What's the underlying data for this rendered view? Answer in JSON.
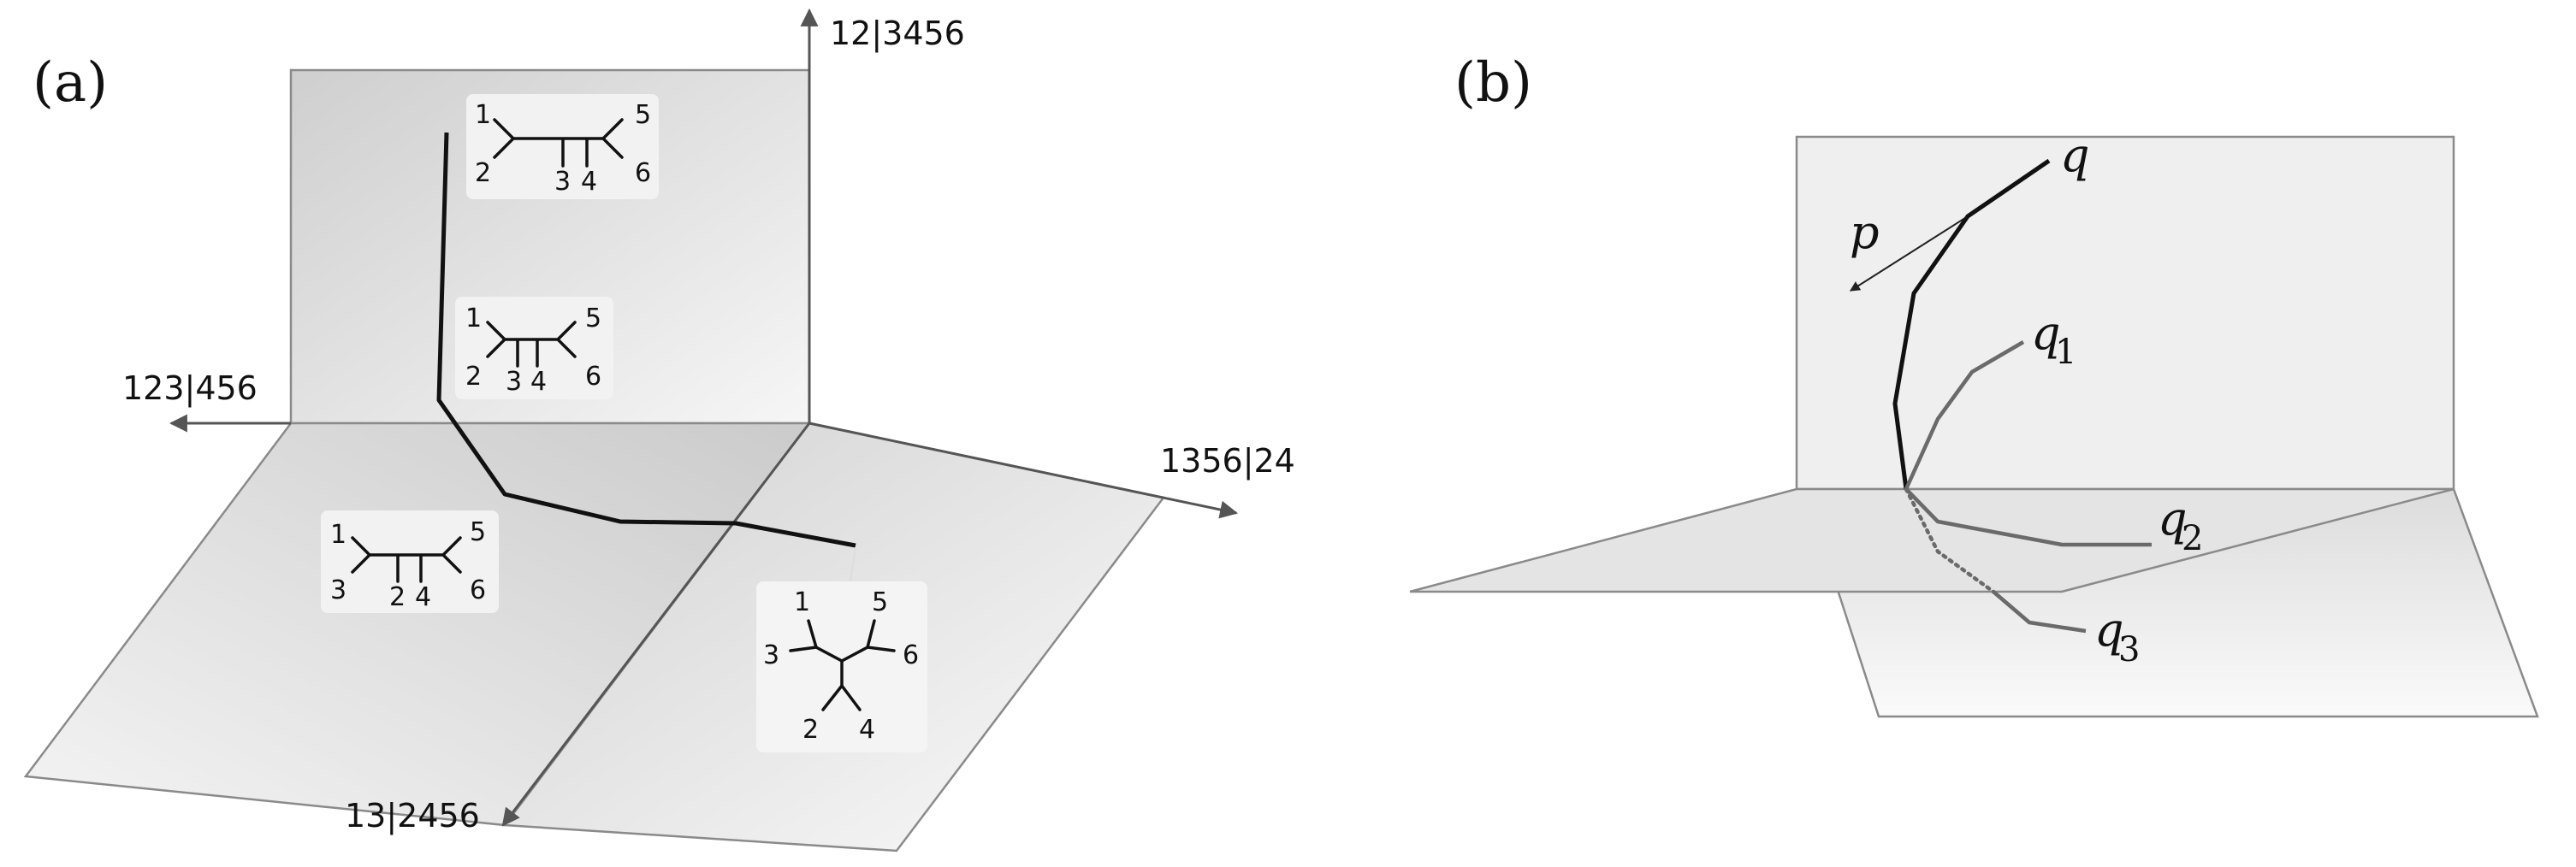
{
  "panel_a": {
    "label": "(a)",
    "axes": {
      "up": "12|3456",
      "left": "123|456",
      "right": "1356|24",
      "down": "13|2456"
    },
    "trees": {
      "top": [
        "1",
        "2",
        "3",
        "4",
        "5",
        "6"
      ],
      "middle": [
        "1",
        "2",
        "3",
        "4",
        "5",
        "6"
      ],
      "left": [
        "1",
        "3",
        "2",
        "4",
        "5",
        "6"
      ],
      "right": [
        "1",
        "3",
        "2",
        "4",
        "5",
        "6"
      ]
    }
  },
  "panel_b": {
    "label": "(b)",
    "p_label": "p",
    "q_label": "q",
    "q1": {
      "base": "q",
      "sub": "1"
    },
    "q2": {
      "base": "q",
      "sub": "2"
    },
    "q3": {
      "base": "q",
      "sub": "3"
    }
  }
}
